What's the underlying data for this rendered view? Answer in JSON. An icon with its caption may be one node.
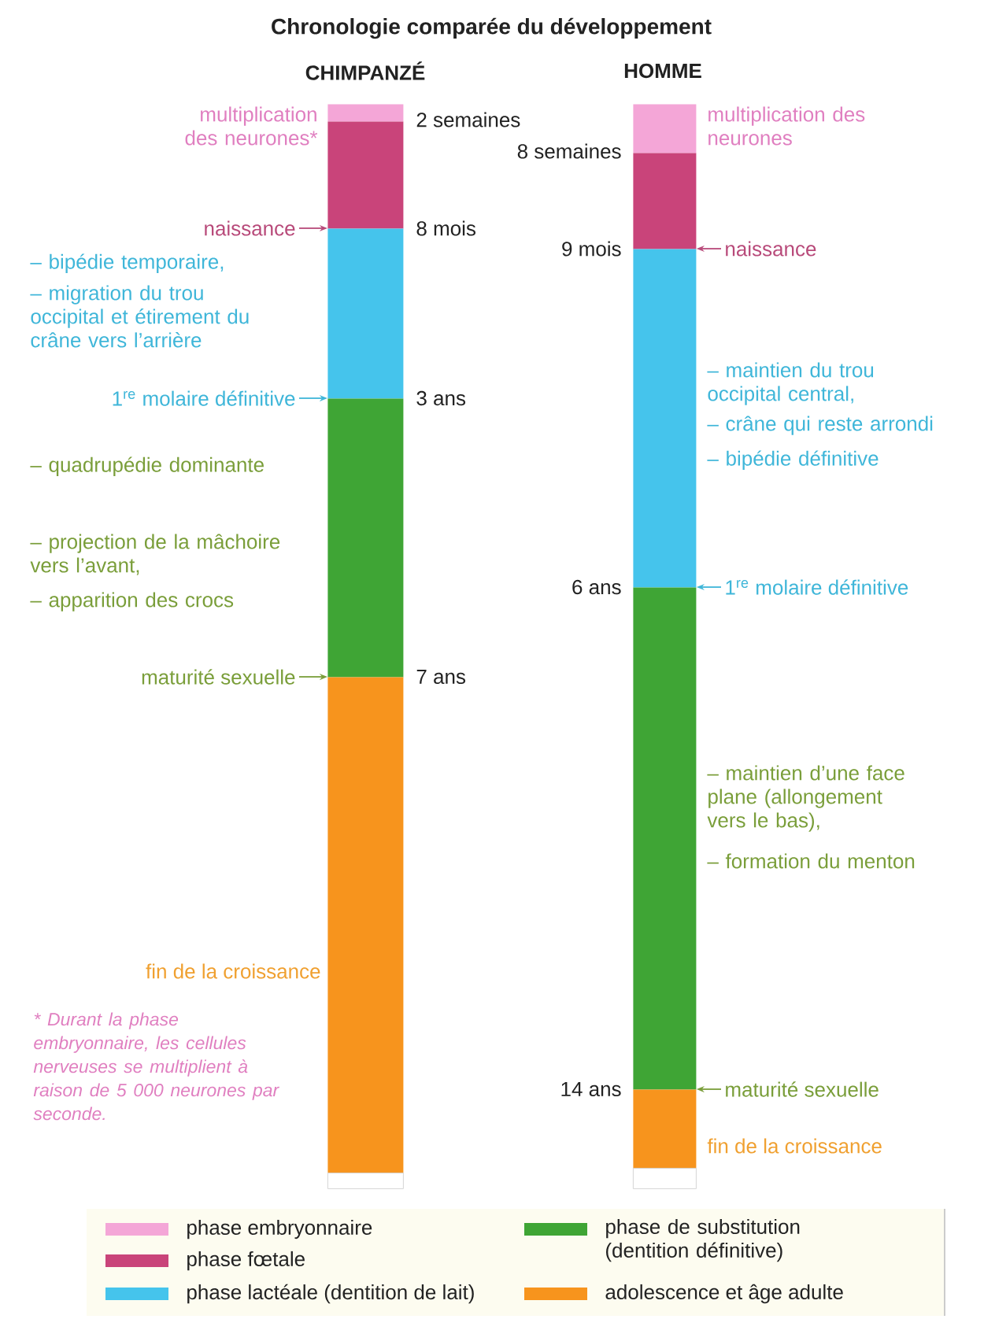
{
  "diagram": {
    "title": "Chronologie comparée du développement",
    "nodes": [
      {
        "text": [],
        "shape": "bar"
      },
      {
        "text": [],
        "shape": "bar"
      },
      {
        "text": [],
        "shape": "bar"
      },
      {
        "text": [],
        "shape": "bar"
      },
      {
        "text": [],
        "shape": "bar"
      },
      {
        "text": [],
        "shape": "bar"
      },
      {
        "text": [],
        "shape": "bar"
      },
      {
        "text": [],
        "shape": "bar"
      },
      {
        "text": [],
        "shape": "bar"
      },
      {
        "text": [],
        "shape": "bar"
      },
      {
        "text": [],
        "shape": "bar"
      },
      {
        "text": [],
        "shape": "bar"
      },
      {
        "text": [
          "naissance"
        ]
      },
      {
        "text": [
          "1$^{re}$ molaire définitive"
        ]
      },
      {
        "text": [
          "maturité sexuelle"
        ]
      },
      {
        "text": [
          "naissance"
        ]
      },
      {
        "text": [
          "1$^{re}$ molaire définitive"
        ]
      },
      {
        "text": [
          "maturité sexuelle"
        ]
      }
    ],
    "edges": [
      {
        "from": 12,
        "to": 2,
        "arrow": "to",
        "color": "#b84a7a"
      },
      {
        "from": 13,
        "to": 3,
        "arrow": "to",
        "color": "#3fb6d9"
      },
      {
        "from": 14,
        "to": 4,
        "arrow": "to",
        "color": "#7a9e3a"
      },
      {
        "from": 15,
        "to": 8,
        "arrow": "to",
        "color": "#b84a7a"
      },
      {
        "from": 16,
        "to": 9,
        "arrow": "to",
        "color": "#3fb6d9"
      },
      {
        "from": 17,
        "to": 10,
        "arrow": "to",
        "color": "#7a9e3a"
      }
    ],
    "labels": [
      "CHIMPANZÉ",
      "HOMME",
      "multiplication des neurones*",
      "2 semaines",
      "8 semaines",
      "multiplication des neurones",
      "8 mois",
      "9 mois",
      "– bipédie temporaire,",
      "– migration du trou occipital et étirement du crâne vers l’arrière",
      "3 ans",
      "– maintien du trou occipital central,",
      "– crâne qui reste arrondi",
      "– bipédie définitive",
      "– quadrupédie dominante",
      "– projection de la mâchoire vers l’avant,",
      "– apparition des crocs",
      "6 ans",
      "7 ans",
      "– maintien d’une face plane (allongement vers le bas),",
      "– formation du menton",
      "fin de la croissance",
      "* Durant la phase embryonnaire, les cellules nerveuses se multiplient à raison de 5 000 neurones par seconde.",
      "14 ans",
      "fin de la croissance"
    ],
    "legend": [
      {
        "text": "phase embryonnaire",
        "color": "#f4a6d7"
      },
      {
        "text": "phase fœtale",
        "color": "#c9447a"
      },
      {
        "text": "phase lactéale (dentition de lait)",
        "color": "#45c4ec"
      },
      {
        "text": "phase de substitution (dentition définitive)",
        "color": "#3fa535"
      },
      {
        "text": "adolescence et âge adulte",
        "color": "#f7941d"
      }
    ]
  }
}
